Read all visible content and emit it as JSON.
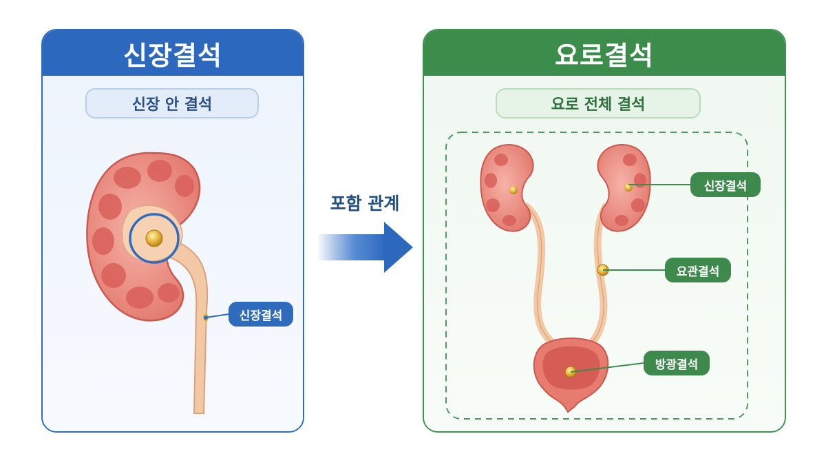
{
  "left_panel": {
    "title": "신장결석",
    "subtitle": "신장 안 결석",
    "tag": "신장결석"
  },
  "middle": {
    "label": "포함 관계"
  },
  "right_panel": {
    "title": "요로결석",
    "subtitle": "요로 전체 결석",
    "tags": {
      "kidney": "신장결석",
      "ureter": "요관결석",
      "bladder": "방광결석"
    }
  },
  "colors": {
    "blue_accent": "#2c68bd",
    "green_accent": "#3c8c4c",
    "kidney_red": "#e57b73",
    "stone_gold": "#e0b23a"
  }
}
